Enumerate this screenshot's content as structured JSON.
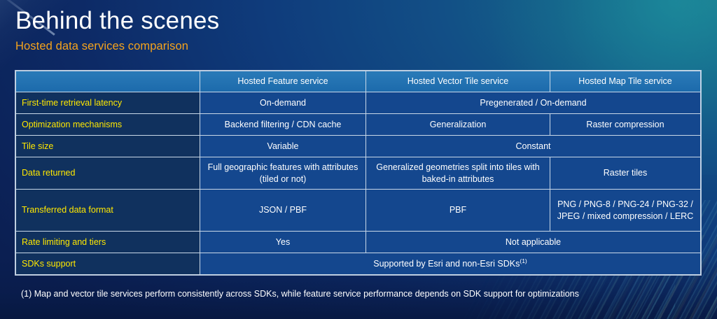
{
  "header": {
    "title": "Behind the scenes",
    "subtitle": "Hosted data services comparison"
  },
  "colors": {
    "title": "#ffffff",
    "subtitle": "#f5a31c",
    "row_label_text": "#ffe800",
    "row_label_bg": "#10315e",
    "header_bg": "#1c6aab",
    "cell_bg": "#14478e",
    "cell_text": "#ffffff",
    "border": "#c9d8e8"
  },
  "table": {
    "columns": [
      {
        "label": ""
      },
      {
        "label": "Hosted Feature service"
      },
      {
        "label": "Hosted Vector Tile service"
      },
      {
        "label": "Hosted Map Tile service"
      }
    ],
    "rows": [
      {
        "label": "First-time retrieval latency",
        "cells": [
          {
            "text": "On-demand",
            "span": 1
          },
          {
            "text": "Pregenerated / On-demand",
            "span": 2
          }
        ]
      },
      {
        "label": "Optimization mechanisms",
        "cells": [
          {
            "text": "Backend filtering / CDN cache",
            "span": 1
          },
          {
            "text": "Generalization",
            "span": 1
          },
          {
            "text": "Raster compression",
            "span": 1
          }
        ]
      },
      {
        "label": "Tile size",
        "cells": [
          {
            "text": "Variable",
            "span": 1
          },
          {
            "text": "Constant",
            "span": 2
          }
        ]
      },
      {
        "label": "Data returned",
        "cells": [
          {
            "text": "Full geographic features with attributes (tiled or not)",
            "span": 1
          },
          {
            "text": "Generalized geometries split into tiles with baked-in attributes",
            "span": 1
          },
          {
            "text": "Raster tiles",
            "span": 1
          }
        ]
      },
      {
        "label": "Transferred data format",
        "cells": [
          {
            "text": "JSON / PBF",
            "span": 1
          },
          {
            "text": "PBF",
            "span": 1
          },
          {
            "text": "PNG / PNG-8 / PNG-24 / PNG-32 / JPEG / mixed compression / LERC",
            "span": 1
          }
        ]
      },
      {
        "label": "Rate limiting and tiers",
        "cells": [
          {
            "text": "Yes",
            "span": 1
          },
          {
            "text": "Not applicable",
            "span": 2
          }
        ]
      },
      {
        "label": "SDKs support",
        "cells": [
          {
            "text": "Supported by Esri and non-Esri SDKs",
            "sup": "(1)",
            "span": 3
          }
        ]
      }
    ]
  },
  "footnote": {
    "text": "(1) Map and vector tile services perform consistently across SDKs, while feature service performance depends on SDK support for optimizations"
  }
}
